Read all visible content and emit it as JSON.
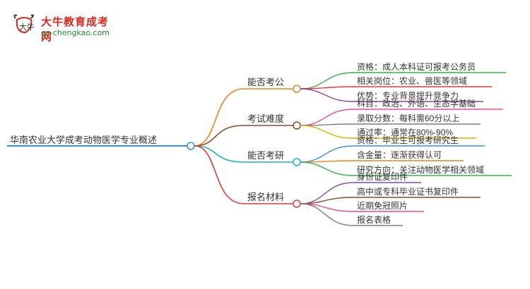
{
  "brand": {
    "title": "大牛教育成考网",
    "url": "gz-chengkao.com"
  },
  "mindmap": {
    "root": "华南农业大学成考动物医学专业概述",
    "branches": [
      {
        "label": "能否考公",
        "color": "#f0821e",
        "leaves": [
          {
            "text": "资格：成人本科证可报考公务员",
            "color": "#37b04a"
          },
          {
            "text": "相关岗位：农业、兽医等领域",
            "color": "#e53935"
          },
          {
            "text": "优势：专业背景提升竞争力",
            "color": "#8e44ad"
          }
        ]
      },
      {
        "label": "考试难度",
        "color": "#8b4a2b",
        "leaves": [
          {
            "text": "科目：政治、外语、生态学基础",
            "color": "#e84d8a"
          },
          {
            "text": "录取分数：每科需60分以上",
            "color": "#7d7d7d"
          },
          {
            "text": "通过率：通常在80%-90%",
            "color": "#d8b400"
          }
        ]
      },
      {
        "label": "能否考研",
        "color": "#17b3c8",
        "leaves": [
          {
            "text": "资格：毕业生可报考研究生",
            "color": "#3a8fd8"
          },
          {
            "text": "含金量：逐渐获得认可",
            "color": "#f0821e"
          },
          {
            "text": "研究方向：关注动物医学相关领域",
            "color": "#37b04a"
          }
        ]
      },
      {
        "label": "报名材料",
        "color": "#e53935",
        "leaves": [
          {
            "text": "身份证复印件",
            "color": "#8e44ad"
          },
          {
            "text": "高中或专科毕业证书复印件",
            "color": "#8b4a2b"
          },
          {
            "text": "近期免冠照片",
            "color": "#e84d8a"
          },
          {
            "text": "报名表格",
            "color": "#7d7d7d"
          }
        ]
      }
    ],
    "root_color": "#3a8fd8"
  }
}
